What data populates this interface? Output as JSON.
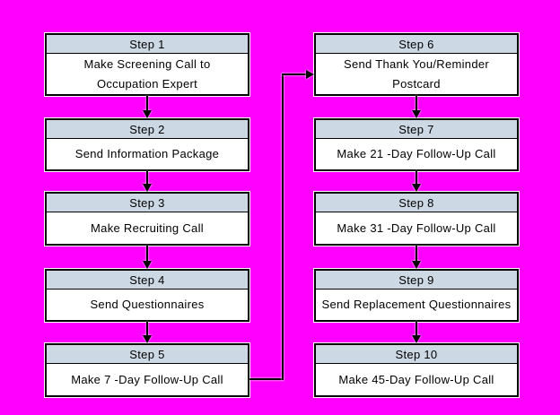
{
  "diagram": {
    "type": "flowchart",
    "colors": {
      "background": "#ff00ff",
      "box_header_fill": "#cdd8e5",
      "box_body_fill": "#ffffff",
      "box_border": "#000000",
      "arrow": "#000000",
      "text": "#000000"
    },
    "columns": {
      "left_steps": [
        1,
        2,
        3,
        4,
        5
      ],
      "right_steps": [
        6,
        7,
        8,
        9,
        10
      ]
    }
  },
  "steps": [
    {
      "title": "Step 1",
      "label": "Make Screening Call to\nOccupation Expert"
    },
    {
      "title": "Step 2",
      "label": "Send Information Package"
    },
    {
      "title": "Step 3",
      "label": "Make Recruiting Call"
    },
    {
      "title": "Step 4",
      "label": "Send Questionnaires"
    },
    {
      "title": "Step 5",
      "label": "Make 7 -Day Follow-Up Call"
    },
    {
      "title": "Step 6",
      "label": "Send Thank You/Reminder\nPostcard"
    },
    {
      "title": "Step 7",
      "label": "Make 21 -Day Follow-Up Call"
    },
    {
      "title": "Step 8",
      "label": "Make 31 -Day Follow-Up Call"
    },
    {
      "title": "Step 9",
      "label": "Send Replacement Questionnaires"
    },
    {
      "title": "Step 10",
      "label": "Make 45-Day Follow-Up Call"
    }
  ],
  "connections": [
    {
      "from": "Step 1",
      "to": "Step 2"
    },
    {
      "from": "Step 2",
      "to": "Step 3"
    },
    {
      "from": "Step 3",
      "to": "Step 4"
    },
    {
      "from": "Step 4",
      "to": "Step 5"
    },
    {
      "from": "Step 5",
      "to": "Step 6"
    },
    {
      "from": "Step 6",
      "to": "Step 7"
    },
    {
      "from": "Step 7",
      "to": "Step 8"
    },
    {
      "from": "Step 8",
      "to": "Step 9"
    },
    {
      "from": "Step 9",
      "to": "Step 10"
    }
  ]
}
